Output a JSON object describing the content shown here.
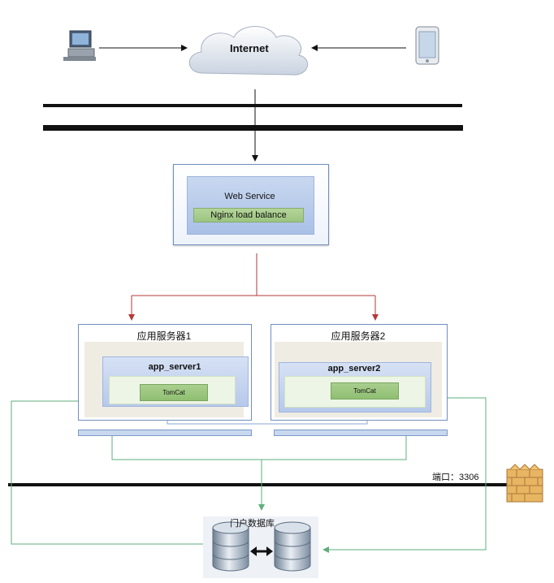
{
  "internet": {
    "label": "Internet"
  },
  "web_service": {
    "title": "Web Service",
    "nginx": "Nginx  load  balance"
  },
  "servers": [
    {
      "title": "应用服务器1",
      "name": "app_server1",
      "tomcat": "TomCat"
    },
    {
      "title": "应用服务器2",
      "name": "app_server2",
      "tomcat": "TomCat"
    }
  ],
  "port": {
    "label": "端口：3306"
  },
  "database": {
    "label": "门户数据库"
  },
  "colors": {
    "red_arrow": "#b23a3a",
    "green_line": "#5fae7c",
    "panel_border": "#6f8fbf"
  },
  "icons": [
    "desktop-computer-icon",
    "mobile-phone-icon",
    "cloud-icon",
    "firewall-icon",
    "database-icon"
  ]
}
